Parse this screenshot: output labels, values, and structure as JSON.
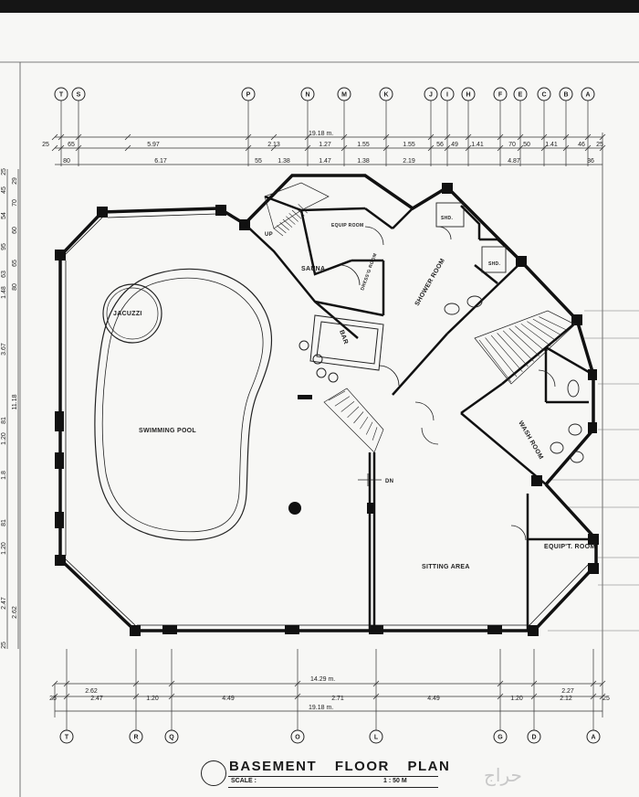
{
  "bubbles_top": [
    "T",
    "S",
    "P",
    "N",
    "M",
    "K",
    "J",
    "I",
    "H",
    "F",
    "E",
    "C",
    "B",
    "A"
  ],
  "bubbles_bottom": [
    "T",
    "R",
    "Q",
    "O",
    "L",
    "G",
    "D",
    "A"
  ],
  "dims_top_overall": "19.18 m.",
  "dims_top_row1": [
    "25",
    "65",
    "5.97",
    "2.13",
    "1.27",
    "1.55",
    "1.55",
    "56",
    "49",
    "1.41",
    "70",
    "50",
    "1.41",
    "46",
    "25"
  ],
  "dims_top_row2": [
    "80",
    "6.17",
    "55",
    "1.38",
    "1.47",
    "1.38",
    "2.19",
    "4.87",
    "36"
  ],
  "dims_left": [
    "25",
    "29",
    "45",
    "70",
    "54",
    "60",
    "95",
    "65",
    "63",
    "80",
    "1.48",
    "3.67",
    "11.18",
    "81",
    "1.20",
    "1.8",
    "81",
    "1.20",
    "2.47",
    "2.62",
    "25"
  ],
  "dims_bottom_mid": "14.29 m.",
  "dims_bottom_row1": [
    "2.62",
    "2.27"
  ],
  "dims_bottom_row2": [
    "25",
    "2.47",
    "1.20",
    "4.49",
    "2.71",
    "4.49",
    "1.20",
    "2.12",
    "25"
  ],
  "dims_bottom_overall": "19.18 m.",
  "rooms": {
    "jacuzzi": "JACUZZI",
    "pool": "SWIMMING POOL",
    "sauna": "SAUNA",
    "equip_small": "EQUIP ROOM",
    "dressing": "DRESS'G ROOM",
    "bar": "BAR",
    "shower": "SHOWER ROOM",
    "shd1": "SHD.",
    "shd2": "SHD.",
    "wash": "WASH ROOM",
    "sitting": "SITTING AREA",
    "equip": "EQUIP'T. ROOM",
    "up": "UP",
    "dn": "DN"
  },
  "title": "BASEMENT FLOOR PLAN",
  "scale_label": "SCALE :",
  "scale_value": "1 : 50 M",
  "watermark": "حراج"
}
